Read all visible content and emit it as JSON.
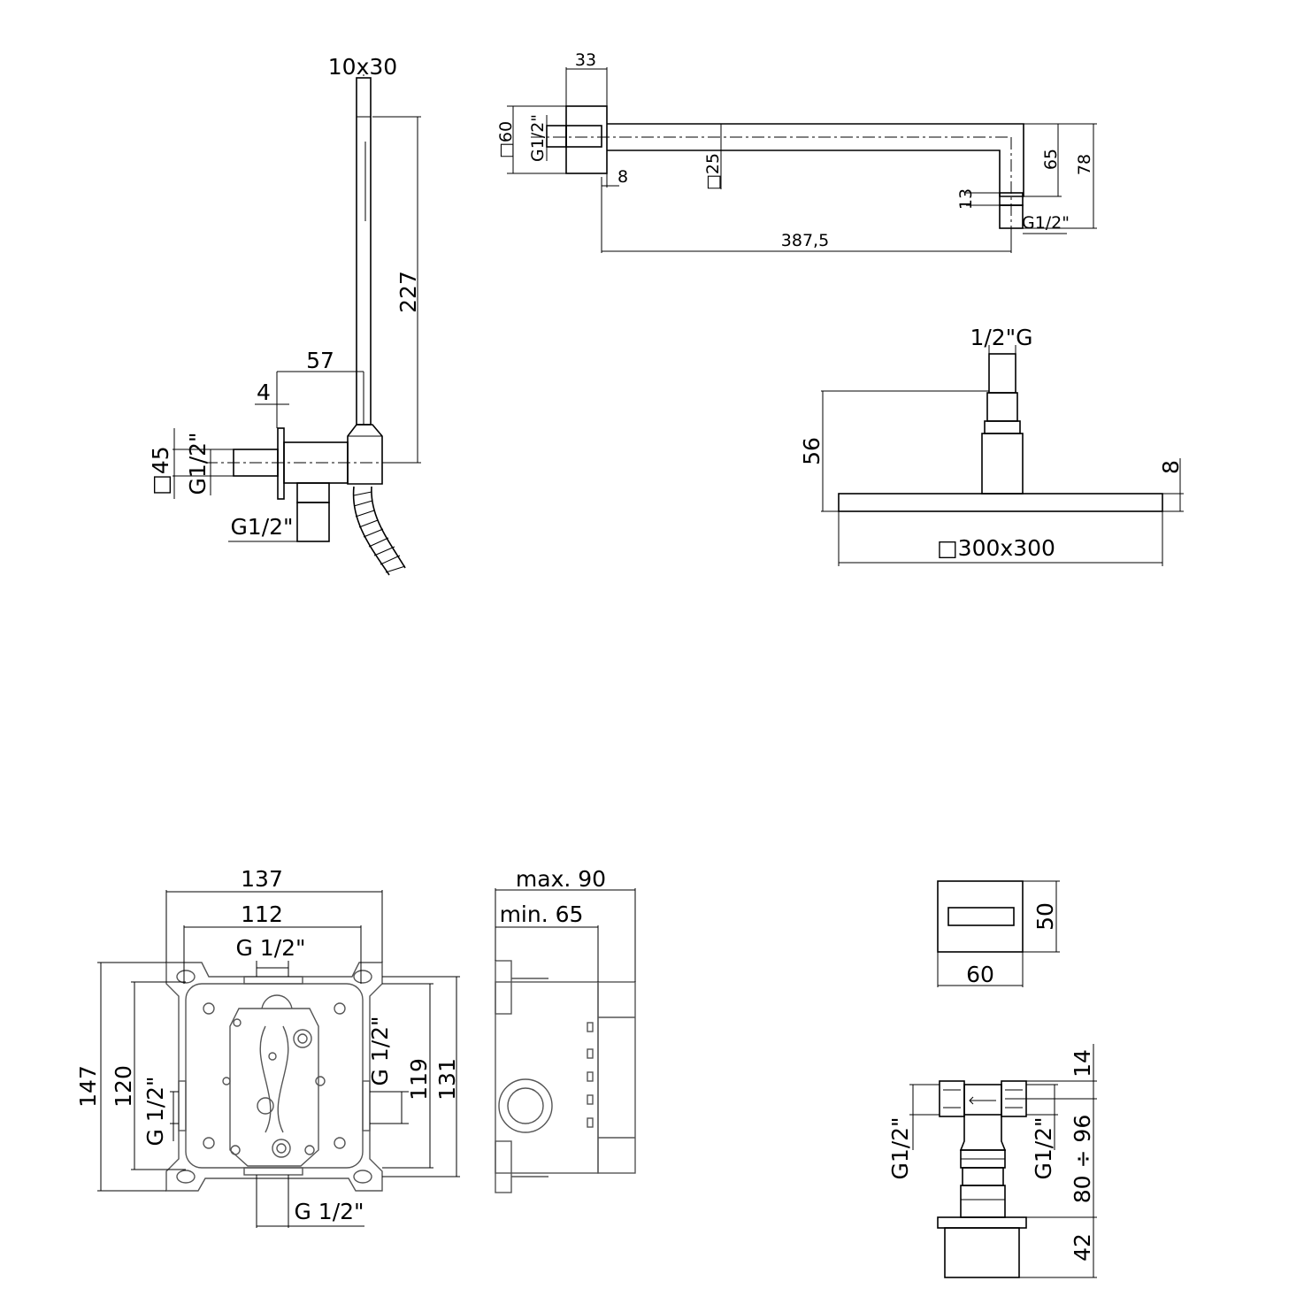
{
  "hand_shower": {
    "dim_head": "10x30",
    "dim_height": "227",
    "dim_projection": "57",
    "dim_plate": "4",
    "dim_square": "□45",
    "thread_wall": "G1/2\"",
    "thread_outlet": "G1/2\""
  },
  "shower_arm": {
    "dim_flange": "33",
    "dim_square": "□60",
    "thread_wall": "G1/2\"",
    "dim_8": "8",
    "dim_tube": "□25",
    "dim_length": "387,5",
    "dim_65": "65",
    "dim_78": "78",
    "dim_13": "13",
    "thread_outlet": "G1/2\""
  },
  "shower_head": {
    "thread": "1/2\"G",
    "dim_height": "56",
    "dim_thickness": "8",
    "dim_size": "□300x300"
  },
  "mixer_body": {
    "dim_137": "137",
    "dim_112": "112",
    "thread_top": "G 1/2\"",
    "dim_147": "147",
    "dim_120": "120",
    "thread_left": "G 1/2\"",
    "thread_right": "G 1/2\"",
    "dim_119": "119",
    "dim_131": "131",
    "thread_bottom": "G 1/2\"",
    "dim_max": "max. 90",
    "dim_min": "min. 65"
  },
  "diverter_plate": {
    "dim_height": "50",
    "dim_width": "60"
  },
  "stop_valve": {
    "dim_14": "14",
    "thread_left": "G1/2\"",
    "thread_right": "G1/2\"",
    "dim_range": "80 ÷ 96",
    "dim_42": "42"
  }
}
